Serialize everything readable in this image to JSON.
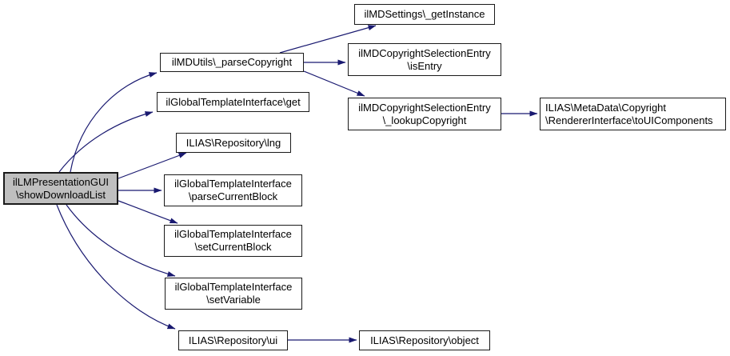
{
  "diagram": {
    "type": "call-graph",
    "nodes": {
      "main": {
        "line1": "ilLMPresentationGUI",
        "line2": "\\showDownloadList"
      },
      "parse_copyright": {
        "line1": "ilMDUtils\\_parseCopyright"
      },
      "get_instance": {
        "line1": "ilMDSettings\\_getInstance"
      },
      "is_entry": {
        "line1": "ilMDCopyrightSelectionEntry",
        "line2": "\\isEntry"
      },
      "lookup_copyright": {
        "line1": "ilMDCopyrightSelectionEntry",
        "line2": "\\_lookupCopyright"
      },
      "to_ui_components": {
        "line1": "ILIAS\\MetaData\\Copyright",
        "line2": "\\RendererInterface\\toUIComponents"
      },
      "template_get": {
        "line1": "ilGlobalTemplateInterface\\get"
      },
      "lng": {
        "line1": "ILIAS\\Repository\\lng"
      },
      "parse_current": {
        "line1": "ilGlobalTemplateInterface",
        "line2": "\\parseCurrentBlock"
      },
      "set_current": {
        "line1": "ilGlobalTemplateInterface",
        "line2": "\\setCurrentBlock"
      },
      "set_variable": {
        "line1": "ilGlobalTemplateInterface",
        "line2": "\\setVariable"
      },
      "ui": {
        "line1": "ILIAS\\Repository\\ui"
      },
      "object": {
        "line1": "ILIAS\\Repository\\object"
      }
    }
  },
  "colors": {
    "edge": "#191970",
    "node_border": "#1a1a1a",
    "node_fill": "#ffffff",
    "main_fill": "#bfbfbf",
    "bg": "#ffffff"
  }
}
